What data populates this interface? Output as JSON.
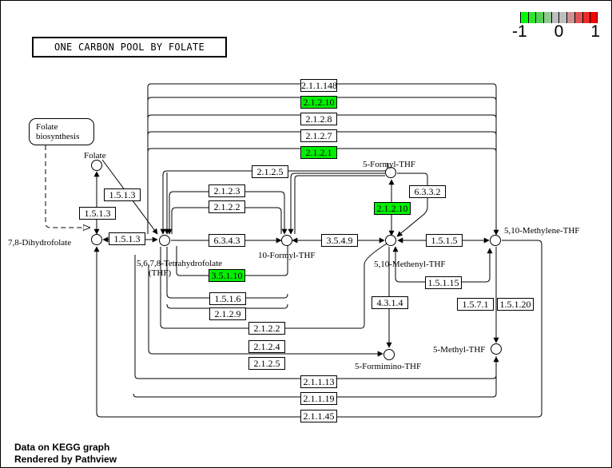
{
  "title": "ONE CARBON POOL BY FOLATE",
  "legend": {
    "min_label": "-1",
    "mid_label": "0",
    "max_label": "1",
    "colors": [
      "#00ff00",
      "#2ae62a",
      "#55d055",
      "#8fc98f",
      "#bebebe",
      "#bebebe",
      "#d48f8f",
      "#e05555",
      "#ef2a2a",
      "#ff0000"
    ]
  },
  "map_links": [
    {
      "label_line1": "Folate",
      "label_line2": "biosynthesis"
    }
  ],
  "compounds": {
    "folate": "Folate",
    "dihydrofolate": "7,8-Dihydrofolate",
    "thf_line1": "5,6,7,8-Tetrahydrofolate",
    "thf_line2": "(THF)",
    "formyl10": "10-Formyl-THF",
    "formyl5": "5-Formyl-THF",
    "methenyl": "5,10-Methenyl-THF",
    "methylene": "5,10-Methylene-THF",
    "formimino": "5-Formimino-THF",
    "methyl": "5-Methyl-THF"
  },
  "enzymes": [
    {
      "id": "e_2_1_1_148",
      "label": "2.1.1.148",
      "highlight": false
    },
    {
      "id": "e_2_1_2_10_top",
      "label": "2.1.2.10",
      "highlight": true
    },
    {
      "id": "e_2_1_2_8",
      "label": "2.1.2.8",
      "highlight": false
    },
    {
      "id": "e_2_1_2_7",
      "label": "2.1.2.7",
      "highlight": false
    },
    {
      "id": "e_2_1_2_1",
      "label": "2.1.2.1",
      "highlight": true
    },
    {
      "id": "e_2_1_2_5_top",
      "label": "2.1.2.5",
      "highlight": false
    },
    {
      "id": "e_2_1_2_3",
      "label": "2.1.2.3",
      "highlight": false
    },
    {
      "id": "e_2_1_2_2_top",
      "label": "2.1.2.2",
      "highlight": false
    },
    {
      "id": "e_1_5_1_3_diag",
      "label": "1.5.1.3",
      "highlight": false
    },
    {
      "id": "e_1_5_1_3_vert",
      "label": "1.5.1.3",
      "highlight": false
    },
    {
      "id": "e_1_5_1_3_horiz",
      "label": "1.5.1.3",
      "highlight": false
    },
    {
      "id": "e_6_3_4_3",
      "label": "6.3.4.3",
      "highlight": false
    },
    {
      "id": "e_3_5_4_9",
      "label": "3.5.4.9",
      "highlight": false
    },
    {
      "id": "e_6_3_3_2",
      "label": "6.3.3.2",
      "highlight": false
    },
    {
      "id": "e_2_1_2_10_mid",
      "label": "2.1.2.10",
      "highlight": true
    },
    {
      "id": "e_1_5_1_5",
      "label": "1.5.1.5",
      "highlight": false
    },
    {
      "id": "e_1_5_1_15",
      "label": "1.5.1.15",
      "highlight": false
    },
    {
      "id": "e_3_5_1_10",
      "label": "3.5.1.10",
      "highlight": true
    },
    {
      "id": "e_1_5_1_6",
      "label": "1.5.1.6",
      "highlight": false
    },
    {
      "id": "e_2_1_2_9",
      "label": "2.1.2.9",
      "highlight": false
    },
    {
      "id": "e_2_1_2_2_low",
      "label": "2.1.2.2",
      "highlight": false
    },
    {
      "id": "e_2_1_2_4",
      "label": "2.1.2.4",
      "highlight": false
    },
    {
      "id": "e_2_1_2_5_low",
      "label": "2.1.2.5",
      "highlight": false
    },
    {
      "id": "e_4_3_1_4",
      "label": "4.3.1.4",
      "highlight": false
    },
    {
      "id": "e_1_5_7_1",
      "label": "1.5.7.1",
      "highlight": false
    },
    {
      "id": "e_1_5_1_20",
      "label": "1.5.1.20",
      "highlight": false
    },
    {
      "id": "e_2_1_1_13",
      "label": "2.1.1.13",
      "highlight": false
    },
    {
      "id": "e_2_1_1_19",
      "label": "2.1.1.19",
      "highlight": false
    },
    {
      "id": "e_2_1_1_45",
      "label": "2.1.1.45",
      "highlight": false
    }
  ],
  "highlight_color": "#00ee00",
  "footer": {
    "line1": "Data on KEGG graph",
    "line2": "Rendered by Pathview"
  }
}
